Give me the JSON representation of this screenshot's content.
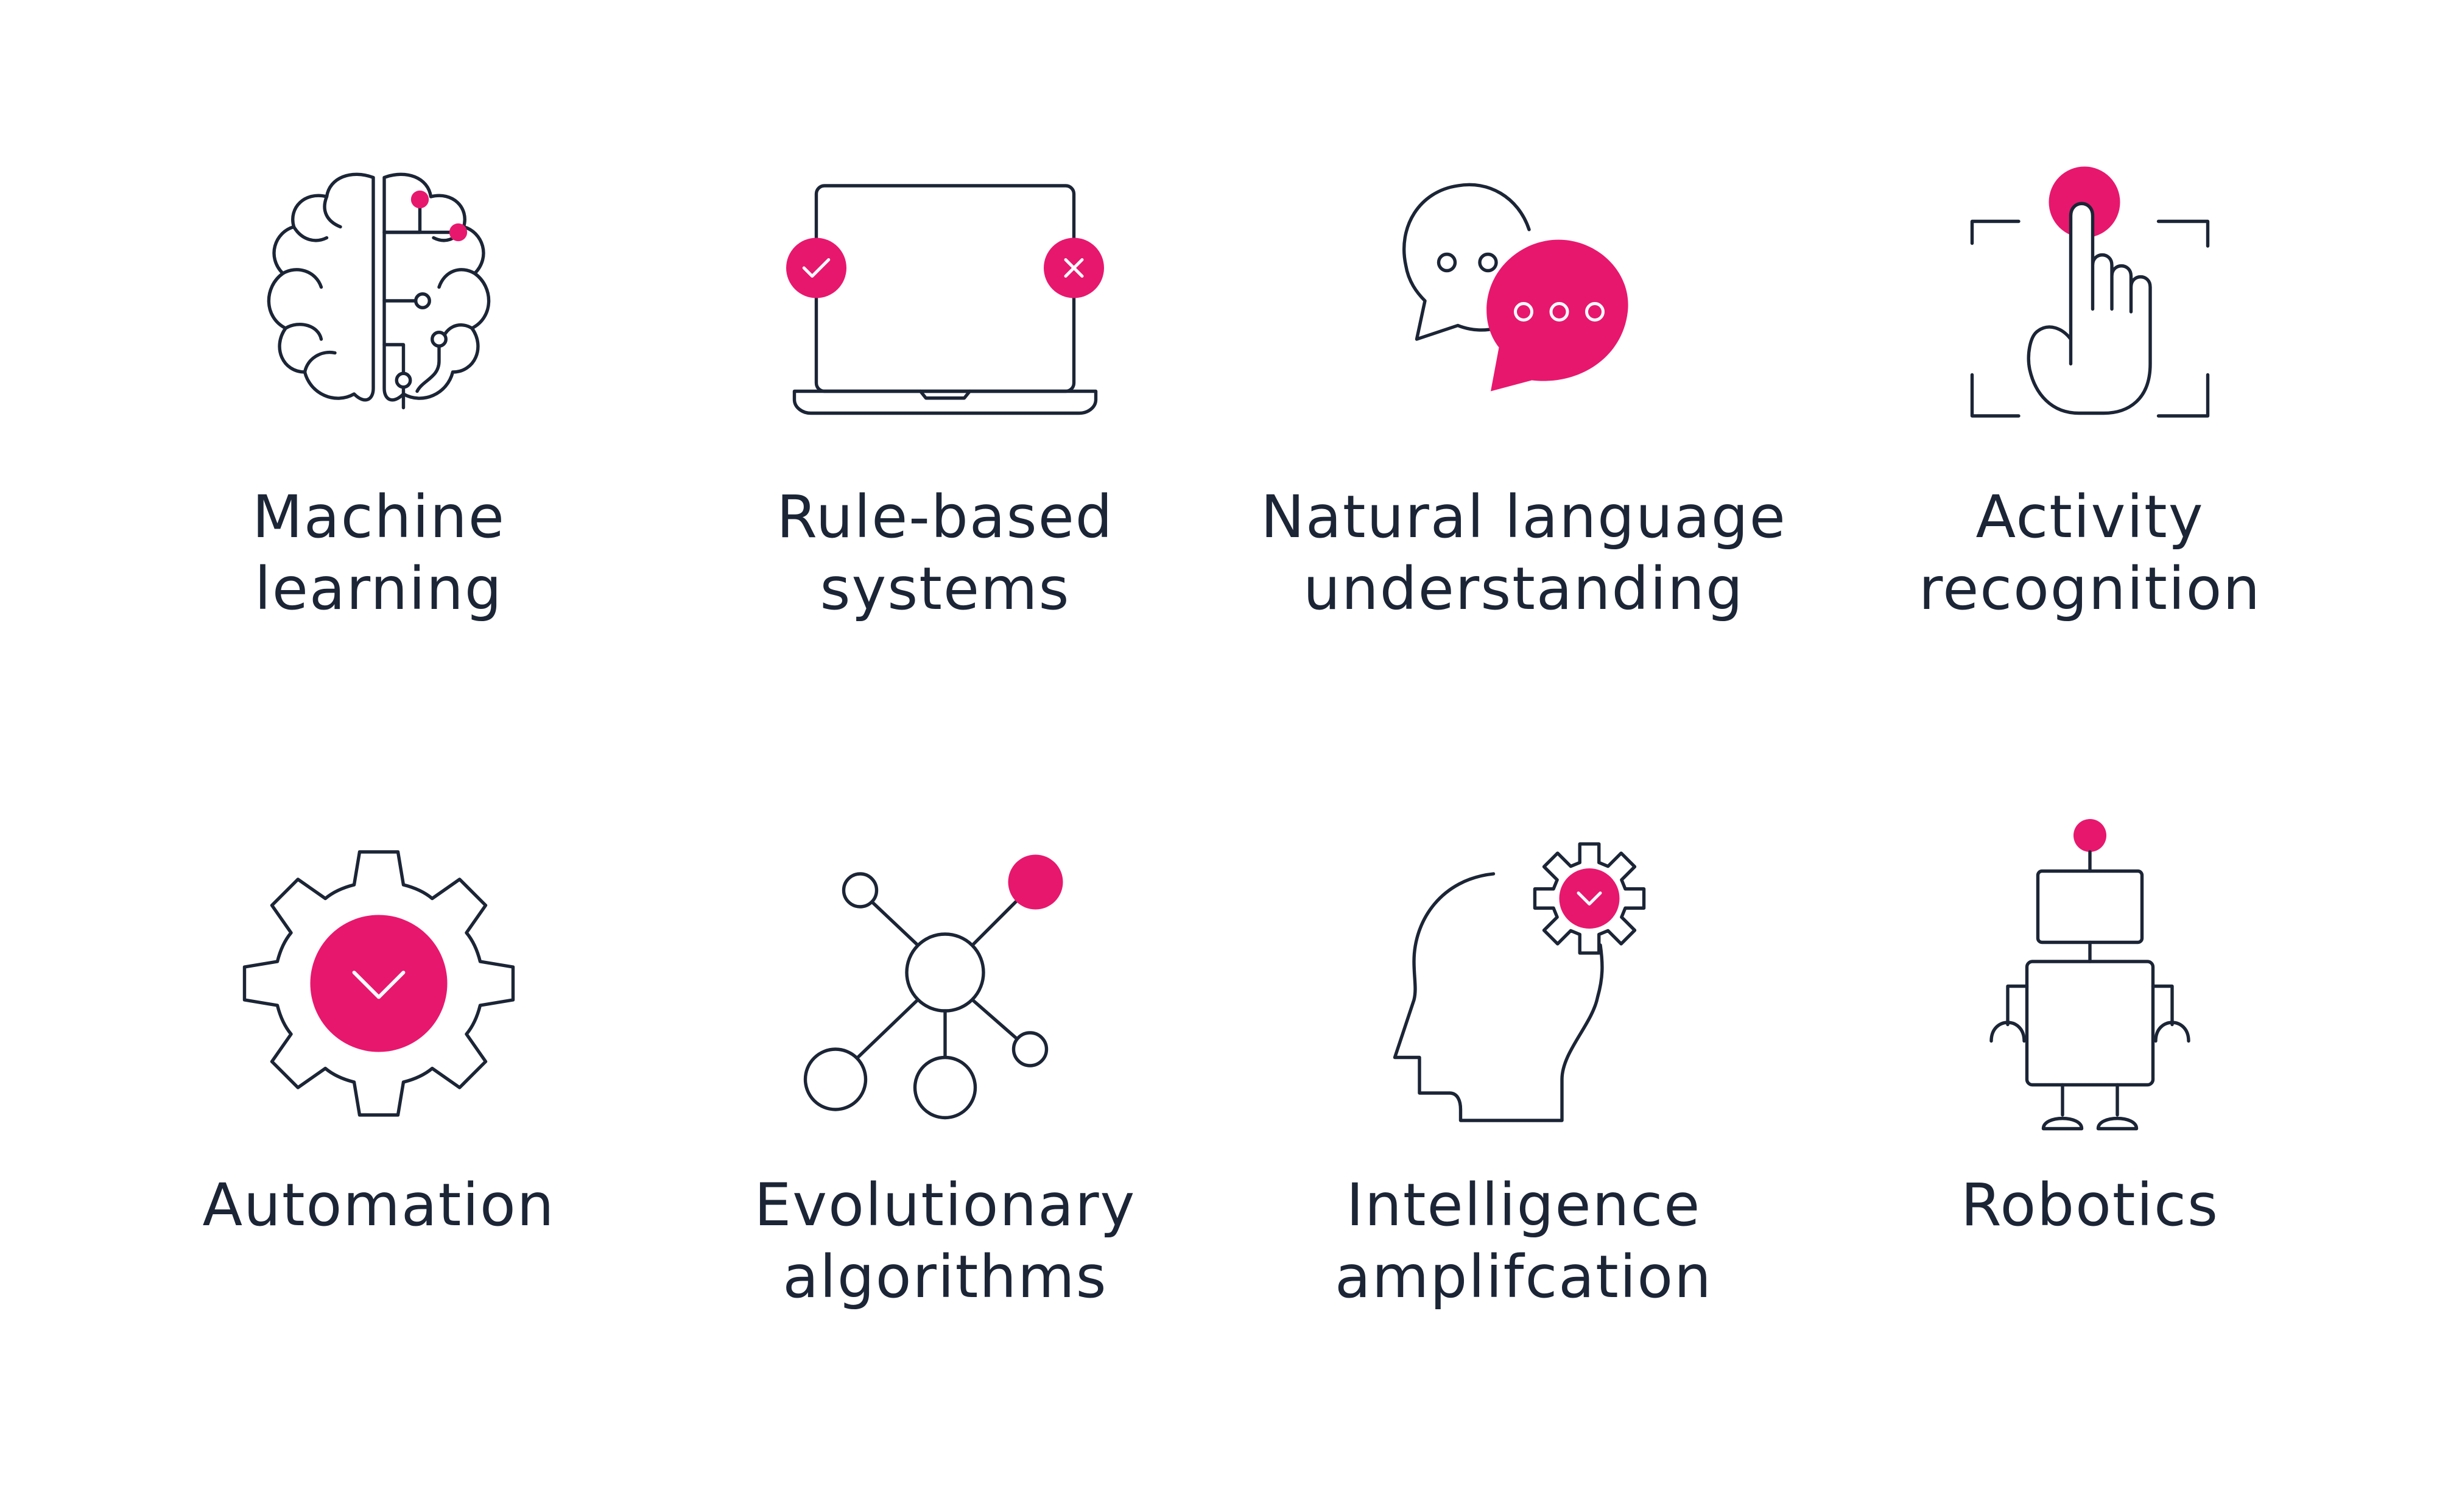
{
  "colors": {
    "ink": "#1b2536",
    "accent": "#e8176e",
    "background": "#ffffff"
  },
  "items": [
    {
      "icon": "brain-circuit-icon",
      "line1": "Machine",
      "line2": "learning"
    },
    {
      "icon": "laptop-check-cross-icon",
      "line1": "Rule-based",
      "line2": "systems"
    },
    {
      "icon": "speech-bubbles-icon",
      "line1": "Natural language",
      "line2": "understanding"
    },
    {
      "icon": "hand-pointer-icon",
      "line1": "Activity",
      "line2": "recognition"
    },
    {
      "icon": "gear-icon",
      "line1": "Automation",
      "line2": ""
    },
    {
      "icon": "network-nodes-icon",
      "line1": "Evolutionary",
      "line2": "algorithms"
    },
    {
      "icon": "head-gear-icon",
      "line1": "Intelligence",
      "line2": "amplifcation"
    },
    {
      "icon": "robot-icon",
      "line1": "Robotics",
      "line2": ""
    }
  ]
}
